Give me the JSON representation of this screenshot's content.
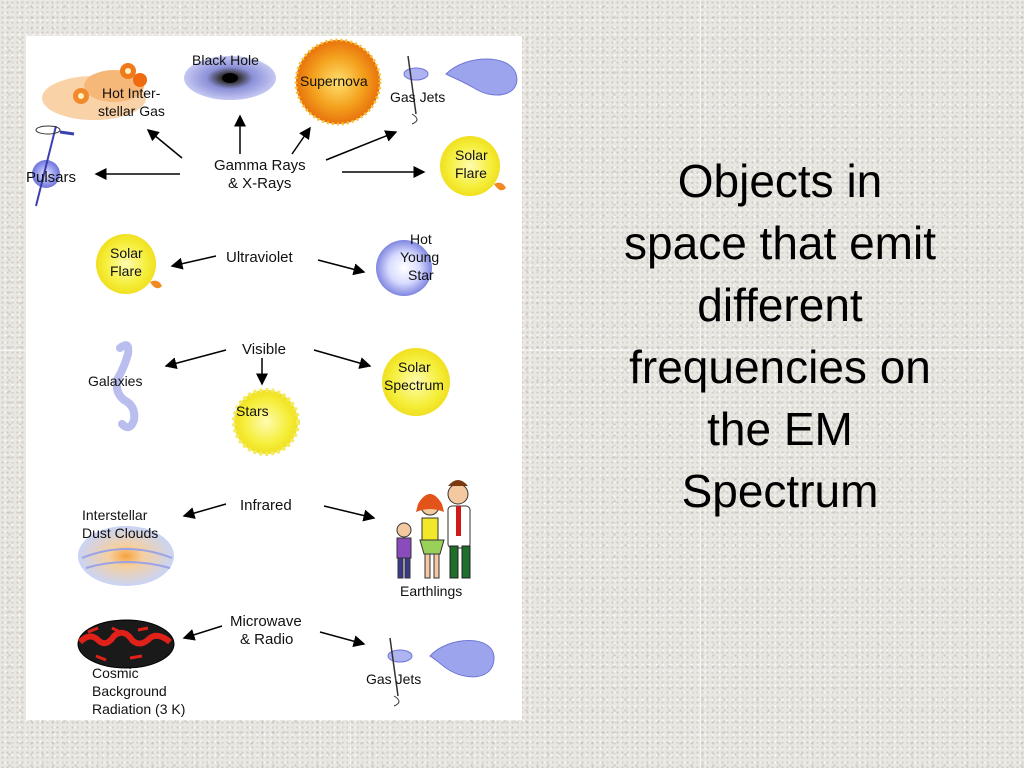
{
  "title_lines": [
    "Objects in",
    "space that emit",
    "different",
    "frequencies on",
    "the EM",
    "Spectrum"
  ],
  "diagram": {
    "gamma": {
      "band": [
        "Gamma Rays",
        "& X-Rays"
      ],
      "hot_gas": [
        "Hot Inter-",
        "stellar Gas"
      ],
      "black_hole": "Black Hole",
      "supernova": "Supernova",
      "gas_jets": "Gas Jets",
      "pulsars": "Pulsars",
      "solar_flare": [
        "Solar",
        "Flare"
      ]
    },
    "ultraviolet": {
      "band": "Ultraviolet",
      "solar_flare": [
        "Solar",
        "Flare"
      ],
      "hot_young_star": [
        "Hot",
        "Young",
        "Star"
      ]
    },
    "visible": {
      "band": "Visible",
      "galaxies": "Galaxies",
      "stars": "Stars",
      "solar_spectrum": [
        "Solar",
        "Spectrum"
      ]
    },
    "infrared": {
      "band": "Infrared",
      "dust_clouds": [
        "Interstellar",
        "Dust Clouds"
      ],
      "earthlings": "Earthlings"
    },
    "microwave": {
      "band": [
        "Microwave",
        "& Radio"
      ],
      "cmb": [
        "Cosmic",
        "Background",
        "Radiation (3 K)"
      ],
      "gas_jets": "Gas Jets"
    }
  },
  "colors": {
    "sun_yellow": "#f5ee3a",
    "star_blue": "#8a8fe0",
    "supernova_orange": "#f0a020",
    "cmb_red": "#e0211a"
  }
}
